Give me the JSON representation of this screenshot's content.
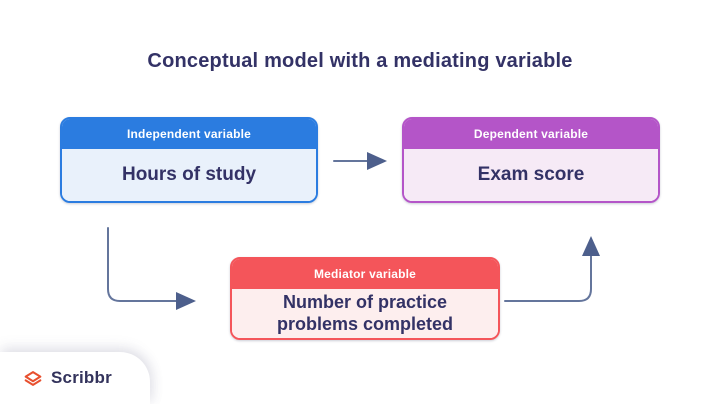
{
  "title": "Conceptual model with a mediating variable",
  "title_color": "#333266",
  "diagram": {
    "boxes": {
      "independent": {
        "label": "Independent variable",
        "value": "Hours of study",
        "header_color": "#2b7ce0",
        "body_color": "#e9f1fb"
      },
      "dependent": {
        "label": "Dependent variable",
        "value": "Exam score",
        "header_color": "#b455c8",
        "body_color": "#f6eaf6"
      },
      "mediator": {
        "label": "Mediator variable",
        "value": "Number of practice problems completed",
        "header_color": "#f4555a",
        "body_color": "#fdeeee"
      }
    },
    "arrows": {
      "color": "#64759c",
      "list": [
        {
          "name": "independent-to-dependent",
          "from": "independent",
          "to": "dependent",
          "style": "straight-right"
        },
        {
          "name": "independent-to-mediator",
          "from": "independent",
          "to": "mediator",
          "style": "elbow-down-right"
        },
        {
          "name": "mediator-to-dependent",
          "from": "mediator",
          "to": "dependent",
          "style": "elbow-right-up"
        }
      ]
    }
  },
  "branding": {
    "logo_text": "Scribbr",
    "logo_icon": "scribbr-ribbon-icon",
    "icon_color": "#e8502f",
    "text_color": "#33335c"
  }
}
